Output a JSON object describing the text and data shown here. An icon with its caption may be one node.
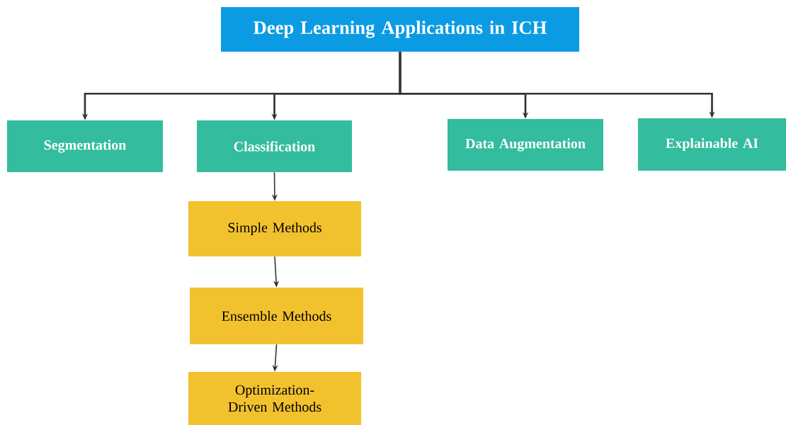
{
  "diagram": {
    "nodes": [
      {
        "text": [
          "Deep Learning Applications in ICH"
        ]
      },
      {
        "text": [
          "Segmentation"
        ]
      },
      {
        "text": [
          "Classification"
        ]
      },
      {
        "text": [
          "Data Augmentation"
        ]
      },
      {
        "text": [
          "Explainable AI"
        ]
      },
      {
        "text": [
          "Simple Methods"
        ]
      },
      {
        "text": [
          "Ensemble Methods"
        ]
      },
      {
        "text": [
          "Optimization-Driven Methods"
        ]
      }
    ],
    "edges": [
      {
        "from": 0,
        "to": 1,
        "arrow": "to"
      },
      {
        "from": 0,
        "to": 2,
        "arrow": "to"
      },
      {
        "from": 0,
        "to": 3,
        "arrow": "to"
      },
      {
        "from": 0,
        "to": 4,
        "arrow": "to"
      },
      {
        "from": 2,
        "to": 5,
        "arrow": "to"
      },
      {
        "from": 5,
        "to": 6,
        "arrow": "to"
      },
      {
        "from": 6,
        "to": 7,
        "arrow": "to"
      }
    ]
  }
}
